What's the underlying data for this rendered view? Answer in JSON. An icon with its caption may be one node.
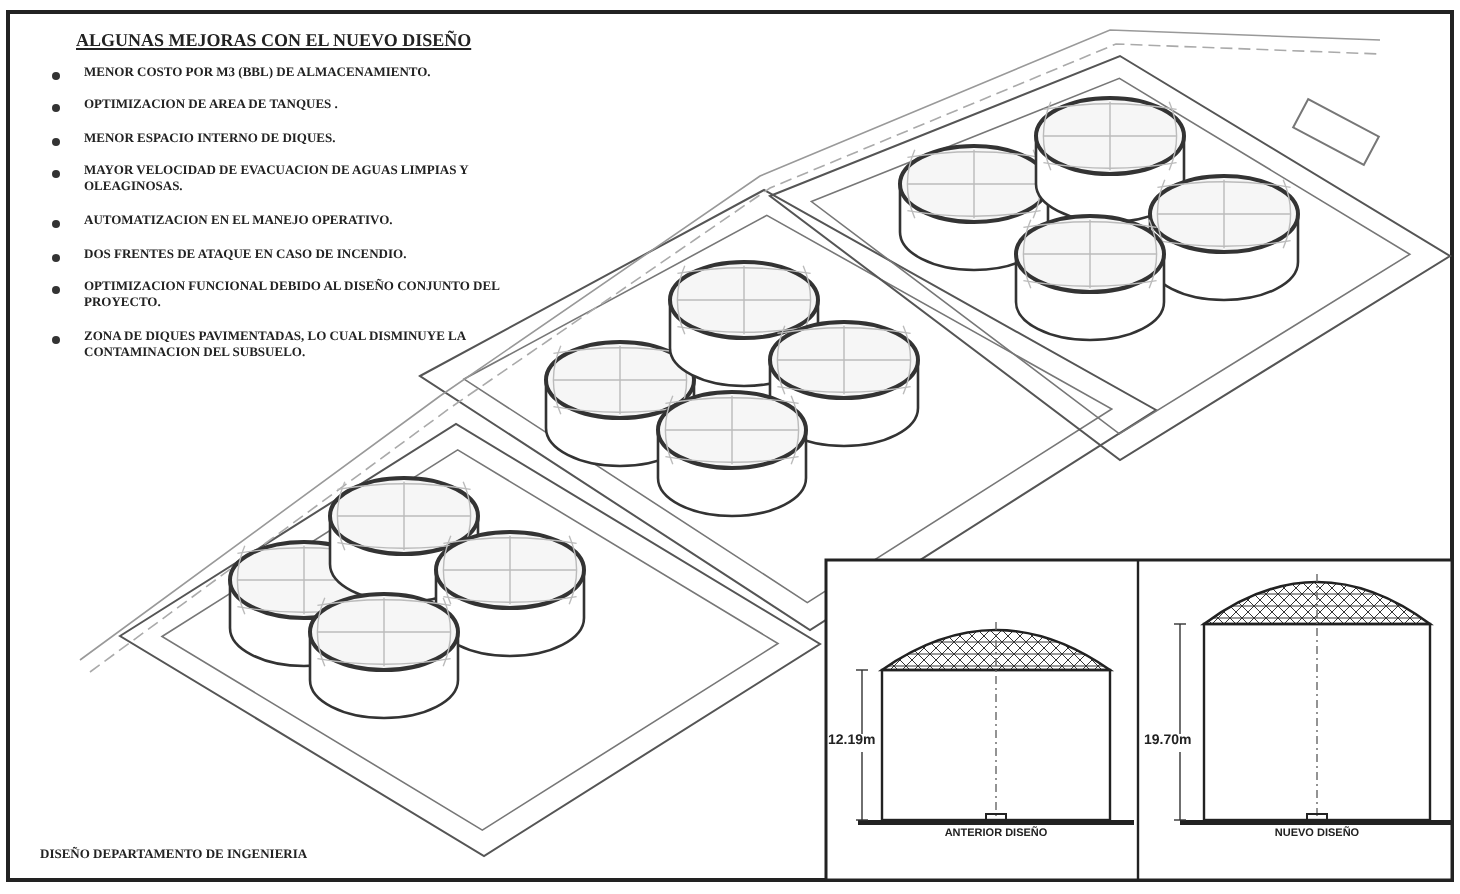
{
  "diagram": {
    "title": "ALGUNAS MEJORAS CON EL NUEVO DISEÑO",
    "labels": [
      "MENOR COSTO POR M3 (BBL) DE ALMACENAMIENTO.",
      "OPTIMIZACION DE AREA DE TANQUES .",
      "MENOR ESPACIO INTERNO DE DIQUES.",
      "MAYOR VELOCIDAD DE EVACUACION DE AGUAS LIMPIAS Y OLEAGINOSAS.",
      "AUTOMATIZACION EN EL MANEJO OPERATIVO.",
      "DOS FRENTES DE ATAQUE EN CASO DE INCENDIO.",
      "OPTIMIZACION FUNCIONAL DEBIDO AL DISEÑO CONJUNTO DEL PROYECTO.",
      "ZONA DE DIQUES PAVIMENTADAS, LO CUAL DISMINUYE  LA CONTAMINACION DEL SUBSUELO.",
      "12.19m",
      "ANTERIOR DISEÑO",
      "19.70m",
      "NUEVO DISEÑO",
      "DISEÑO DEPARTAMENTO DE INGENIERIA"
    ]
  }
}
